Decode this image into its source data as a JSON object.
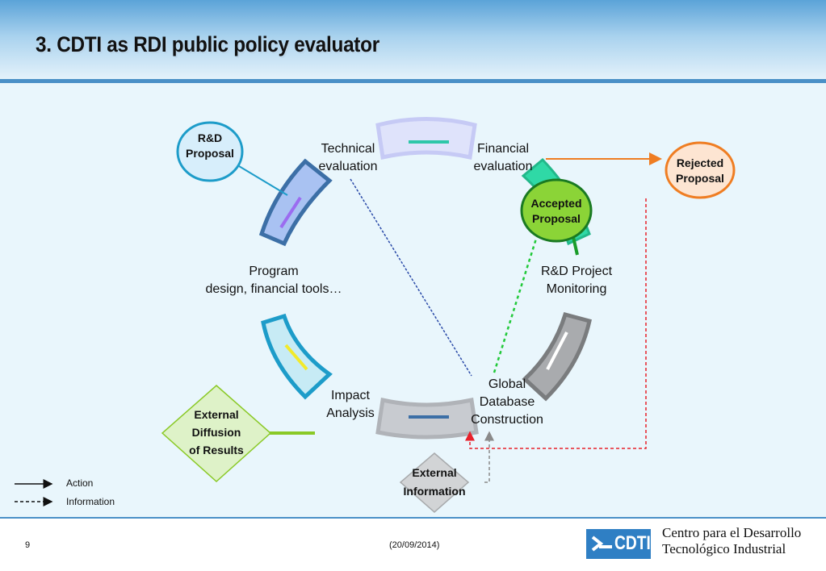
{
  "slide": {
    "title": "3. CDTI as RDI public policy evaluator",
    "page_number": "9",
    "date": "(20/09/2014)",
    "org_line1": "Centro para el Desarrollo",
    "org_line2": "Tecnológico Industrial",
    "logo_text": "CDTI"
  },
  "diagram": {
    "nodes": {
      "rd_proposal": [
        "R&D",
        "Proposal"
      ],
      "accepted_proposal": [
        "Accepted",
        "Proposal"
      ],
      "rejected_proposal": [
        "Rejected",
        "Proposal"
      ],
      "external_diffusion": [
        "External",
        "Diffusion",
        "of Results"
      ],
      "external_information": [
        "External",
        "Information"
      ]
    },
    "stages": {
      "technical_evaluation": [
        "Technical",
        "evaluation"
      ],
      "financial_evaluation": [
        "Financial",
        "evaluation"
      ],
      "program_design": [
        "Program",
        "design, financial tools…"
      ],
      "rd_monitoring": [
        "R&D Project",
        "Monitoring"
      ],
      "impact_analysis": [
        "Impact",
        "Analysis"
      ],
      "global_database": [
        "Global",
        "Database",
        "Construction"
      ]
    },
    "legend": {
      "action": "Action",
      "information": "Information"
    },
    "colors": {
      "segment_top": "#c6caf5",
      "segment_program": "#a9c2f2",
      "segment_financial": "#2fd9a6",
      "segment_monitoring": "#9a9c9e",
      "segment_impact": "#b5b8bd",
      "segment_diffusion": "#c7ebf5",
      "accepted": "#8bd437",
      "rejected_border": "#ef7d22",
      "rd_proposal_fill": "#d7eefb",
      "external_diffusion_fill": "#def2c8",
      "external_information_fill": "#d2d4d6"
    }
  }
}
